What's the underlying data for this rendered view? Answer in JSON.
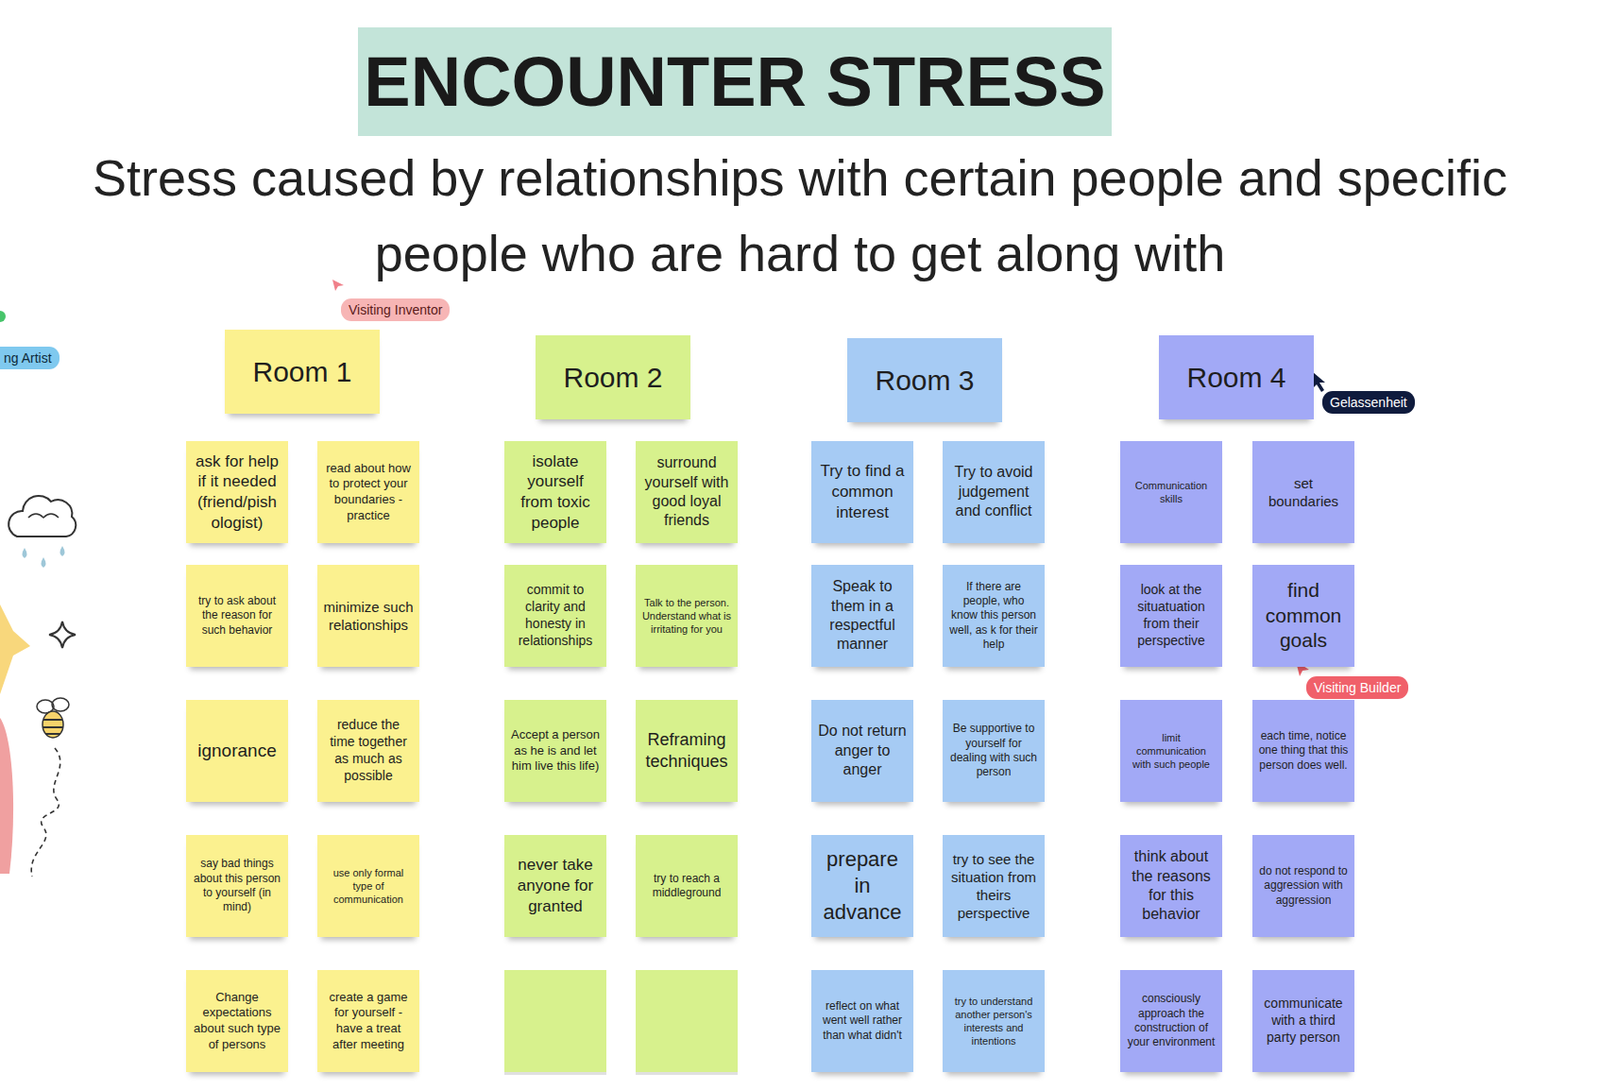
{
  "diagram": {
    "title": "ENCOUNTER STRESS",
    "nodes": [
      {
        "text": [
          "Room 1"
        ]
      },
      {
        "text": [
          "ask for help if it needed (friend/pish ologist)"
        ]
      },
      {
        "text": [
          "read about how to protect your boundaries - practice"
        ]
      },
      {
        "text": [
          "try to ask about the reason for such behavior"
        ]
      },
      {
        "text": [
          "minimize such relationships"
        ]
      },
      {
        "text": [
          "ignorance"
        ]
      },
      {
        "text": [
          "reduce the time together as much as possible"
        ]
      },
      {
        "text": [
          "say bad things about this person to yourself (in mind)"
        ]
      },
      {
        "text": [
          "use only formal type of communication"
        ]
      },
      {
        "text": [
          "Change expectations about such type of persons"
        ]
      },
      {
        "text": [
          "create a game for yourself - have a treat after meeting"
        ]
      },
      {
        "text": [
          "Room 2"
        ]
      },
      {
        "text": [
          "isolate yourself from toxic people"
        ]
      },
      {
        "text": [
          "surround yourself with good loyal friends"
        ]
      },
      {
        "text": [
          "commit to clarity and honesty in relationships"
        ]
      },
      {
        "text": [
          "Talk to the person. Understand what is irritating for you"
        ]
      },
      {
        "text": [
          "Accept a person as he is and let him live this life)"
        ]
      },
      {
        "text": [
          "Reframing techniques"
        ]
      },
      {
        "text": [
          "never take anyone for granted"
        ]
      },
      {
        "text": [
          "try to reach a middleground"
        ]
      },
      {
        "text": [
          "Room 3"
        ]
      },
      {
        "text": [
          "Try to find a common interest"
        ]
      },
      {
        "text": [
          "Try to avoid judgement and conflict"
        ]
      },
      {
        "text": [
          "Speak to them in a respectful manner"
        ]
      },
      {
        "text": [
          "If there are people, who know this person well, as k for their help"
        ]
      },
      {
        "text": [
          "Do not return anger to anger"
        ]
      },
      {
        "text": [
          "Be supportive to yourself for dealing with such person"
        ]
      },
      {
        "text": [
          "prepare in advance"
        ]
      },
      {
        "text": [
          "try to see the situation from theirs perspective"
        ]
      },
      {
        "text": [
          "reflect on what went well rather than what didn't"
        ]
      },
      {
        "text": [
          "try to understand another person's interests and intentions"
        ]
      },
      {
        "text": [
          "Room 4"
        ]
      },
      {
        "text": [
          "Communication skills"
        ]
      },
      {
        "text": [
          "set boundaries"
        ]
      },
      {
        "text": [
          "look at the situatuation from their perspective"
        ]
      },
      {
        "text": [
          "find common goals"
        ]
      },
      {
        "text": [
          "limit communication with such people"
        ]
      },
      {
        "text": [
          "each time, notice one thing that this person does well."
        ]
      },
      {
        "text": [
          "think about the reasons for this behavior"
        ]
      },
      {
        "text": [
          "do not respond to aggression with aggression"
        ]
      },
      {
        "text": [
          "consciously approach the construction of your environment"
        ]
      },
      {
        "text": [
          "communicate with a third party person"
        ]
      }
    ],
    "labels": [
      "Stress caused by relationships with certain people and specific people who are hard to get along with",
      "Visiting Inventor",
      "ng Artist",
      "Gelassenheit",
      "Visiting Builder"
    ]
  }
}
